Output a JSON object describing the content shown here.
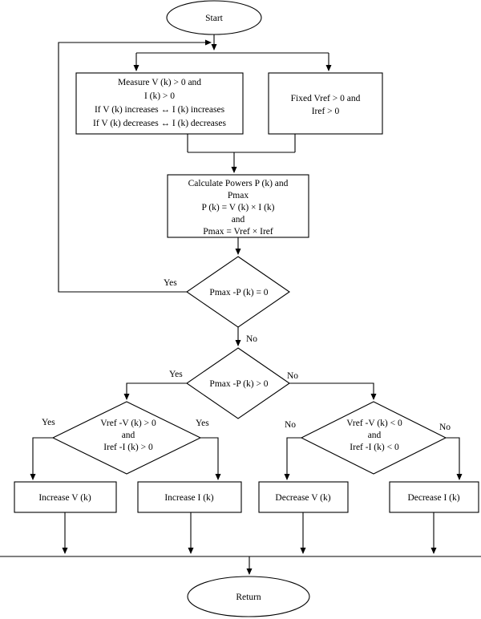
{
  "start": "Start",
  "measure": {
    "lines": [
      "Measure V (k) > 0 and",
      "I (k) > 0",
      "If V (k) increases ↔ I (k) increases",
      "If V (k) decreases ↔ I (k) decreases"
    ]
  },
  "fixed": {
    "lines": [
      "Fixed Vref > 0 and",
      "Iref > 0"
    ]
  },
  "calculate": {
    "lines": [
      "Calculate Powers P (k) and",
      "Pmax",
      "P (k) = V (k) × I (k)",
      "and",
      "Pmax = Vref × Iref"
    ]
  },
  "decision1": {
    "label": "Pmax -P (k) = 0",
    "yes": "Yes",
    "no": "No"
  },
  "decision2": {
    "label": "Pmax -P (k) > 0",
    "yes": "Yes",
    "no": "No"
  },
  "decision3": {
    "lines": [
      "Vref -V (k) > 0",
      "and",
      "Iref -I (k) > 0"
    ],
    "yes_left": "Yes",
    "yes_right": "Yes"
  },
  "decision4": {
    "lines": [
      "Vref -V (k) < 0",
      "and",
      "Iref -I (k) < 0"
    ],
    "no_left": "No",
    "no_right": "No"
  },
  "actions": {
    "increase_v": "Increase V (k)",
    "increase_i": "Increase I (k)",
    "decrease_v": "Decrease V (k)",
    "decrease_i": "Decrease I (k)"
  },
  "return": "Return"
}
